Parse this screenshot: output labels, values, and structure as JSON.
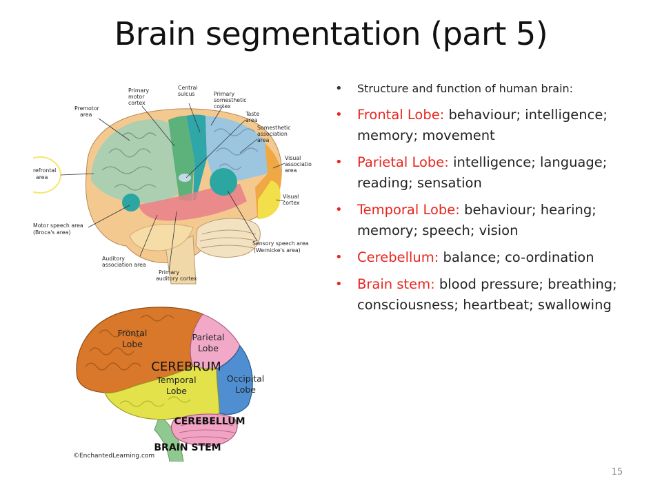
{
  "slide": {
    "title": "Brain segmentation (part 5)",
    "page_number": "15"
  },
  "bullets": {
    "intro": "Structure and function of human brain:",
    "items": [
      {
        "name": "Frontal Lobe:",
        "text": " behaviour; intelligence; memory; movement"
      },
      {
        "name": "Parietal Lobe:",
        "text": " intelligence; language; reading; sensation"
      },
      {
        "name": "Temporal Lobe:",
        "text": " behaviour; hearing; memory; speech; vision"
      },
      {
        "name": "Cerebellum:",
        "text": " balance; co-ordination"
      },
      {
        "name": "Brain stem:",
        "text": " blood pressure; breathing; consciousness; heartbeat; swallowing"
      }
    ]
  },
  "top_diagram": {
    "labels": {
      "primary_motor": [
        "Primary",
        "motor",
        "cortex"
      ],
      "central_sulcus": [
        "Central",
        "sulcus"
      ],
      "primary_somesthetic": [
        "Primary",
        "somesthetic",
        "cortex"
      ],
      "premotor": [
        "Premotor",
        "area"
      ],
      "taste": [
        "Taste",
        "area"
      ],
      "somesthetic_association": [
        "Somesthetic",
        "association",
        "area"
      ],
      "prefrontal": [
        "refrontal",
        "area"
      ],
      "visual_association": [
        "Visual",
        "associatio",
        "area"
      ],
      "visual_cortex": [
        "Visual",
        "cortex"
      ],
      "motor_speech": [
        "Motor speech area",
        "(Broca's area)"
      ],
      "sensory_speech": [
        "Sensory speech area",
        "(Wernicke's area)"
      ],
      "auditory_association": [
        "Auditory",
        "association area"
      ],
      "primary_auditory": [
        "Primary",
        "auditory cortex"
      ]
    }
  },
  "bottom_diagram": {
    "frontal": [
      "Frontal",
      "Lobe"
    ],
    "parietal": [
      "Parietal",
      "Lobe"
    ],
    "cerebrum": "CEREBRUM",
    "temporal": [
      "Temporal",
      "Lobe"
    ],
    "occipital": [
      "Occipital",
      "Lobe"
    ],
    "cerebellum": "CEREBELLUM",
    "brain_stem": "BRAIN STEM",
    "credit": "©EnchantedLearning.com"
  },
  "colors": {
    "accent_red": "#e8251f",
    "frontal": "#d9772a",
    "parietal": "#f2a9c8",
    "temporal": "#e3e24a",
    "occipital": "#4f8fd1",
    "cerebellum": "#f2a3c3",
    "stem": "#8fc98f"
  }
}
